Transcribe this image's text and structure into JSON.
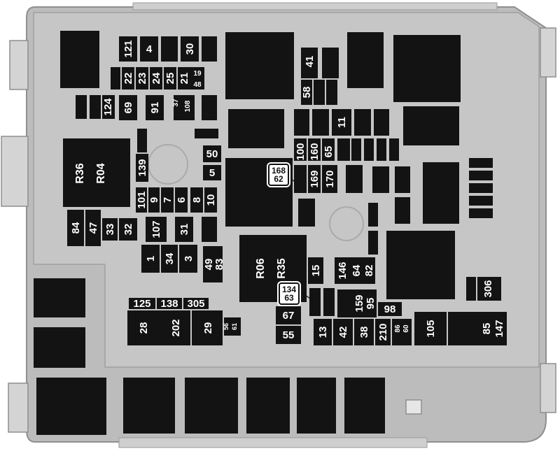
{
  "colors": {
    "housing": "#bcbcbc",
    "housing_edge": "#8f8f8f",
    "component": "#131313",
    "label_text": "#ffffff"
  },
  "relays": {
    "R36": "R36",
    "R04": "R04",
    "R06": "R06",
    "R35": "R35"
  },
  "fuses": {
    "f121": "121",
    "f4": "4",
    "f30": "30",
    "f22": "22",
    "f23": "23",
    "f24": "24",
    "f25": "25",
    "f21": "21",
    "f19": "19",
    "f48": "48",
    "f124": "124",
    "f69": "69",
    "f91": "91",
    "f37": "37",
    "f108": "108",
    "f41": "41",
    "f58": "58",
    "f11": "11",
    "f100": "100",
    "f160": "160",
    "f65": "65",
    "f169": "169",
    "f170": "170",
    "f139": "139",
    "f50": "50",
    "f5": "5",
    "f101": "101",
    "f9": "9",
    "f7": "7",
    "f6": "6",
    "f8": "8",
    "f10": "10",
    "f84": "84",
    "f47": "47",
    "f33": "33",
    "f32": "32",
    "f107": "107",
    "f31": "31",
    "f1": "1",
    "f34": "34",
    "f3": "3",
    "f49": "49",
    "f83": "83",
    "f15": "15",
    "f146": "146",
    "f64": "64",
    "f82": "82",
    "f159": "159",
    "f95": "95",
    "f306": "306",
    "f98": "98",
    "f125": "125",
    "f138": "138",
    "f305": "305",
    "f28": "28",
    "f202": "202",
    "f29": "29",
    "f56": "56",
    "f61": "61",
    "f67": "67",
    "f55": "55",
    "f13": "13",
    "f42": "42",
    "f38": "38",
    "f210": "210",
    "f86": "86",
    "f60": "60",
    "f105": "105",
    "f85": "85",
    "f147": "147"
  },
  "callouts": {
    "c168": "168",
    "c62": "62",
    "c134": "134",
    "c63": "63"
  }
}
